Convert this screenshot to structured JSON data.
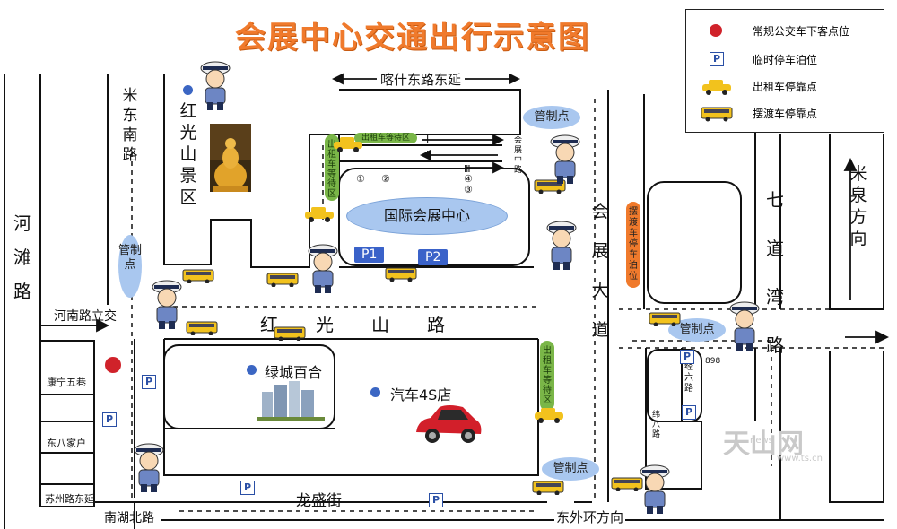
{
  "title": "会展中心交通出行示意图",
  "legend": {
    "items": [
      {
        "icon": "red-dot-icon",
        "label": "常规公交车下客点位"
      },
      {
        "icon": "parking-icon",
        "label": "临时停车泊位",
        "badge": "P"
      },
      {
        "icon": "taxi-icon",
        "label": "出租车停靠点"
      },
      {
        "icon": "shuttle-bus-icon",
        "label": "摆渡车停靠点"
      }
    ]
  },
  "roads": {
    "kashi_east": "喀什东路东延",
    "midong_south": "米东南路",
    "hetan": "河滩路",
    "hongguangshan": "红光山路",
    "huizhan": "会展大道",
    "qidaowan": "七道湾路",
    "miquan": "米泉方向",
    "henan_overpass": "河南路立交",
    "longsheng": "龙盛街",
    "nanhu_north": "南湖北路",
    "east_ring": "东外环方向",
    "jingliu": "经六路",
    "weiba": "纬八路"
  },
  "places": {
    "hongguangshan_scenic": "红光山景区",
    "expo_center": "国际会展中心",
    "lvcheng": "绿城百合",
    "car_4s": "汽车4S店",
    "kangning": "康宁五巷",
    "dongba": "东八家户",
    "suzhou_east": "苏州路东延",
    "address_898": "898"
  },
  "gates": {
    "roman_1": "Ⅰ",
    "roman_2": "Ⅱ",
    "roman_3": "Ⅲ",
    "circ_1": "①",
    "circ_2": "②",
    "circ_3": "③",
    "circ_4": "④",
    "side_label": "会展中路"
  },
  "parking": {
    "p1": "P1",
    "p2": "P2",
    "badge": "P"
  },
  "signs": {
    "management_point": "管制点",
    "taxi_wait_area": "出租车等待区",
    "shuttle_parking": "摆渡车停车泊位"
  },
  "watermark": {
    "text": "天山网",
    "sub": "news",
    "url": "www.ts.cn"
  },
  "colors": {
    "title": "#f07a2c",
    "management_point": "#a9c7ef",
    "taxi_area": "#7ab648",
    "shuttle_area": "#f07a2c",
    "parking_blue": "#3a62c9",
    "bus_stop_red": "#d0222a",
    "place_dot": "#3b66c3"
  }
}
